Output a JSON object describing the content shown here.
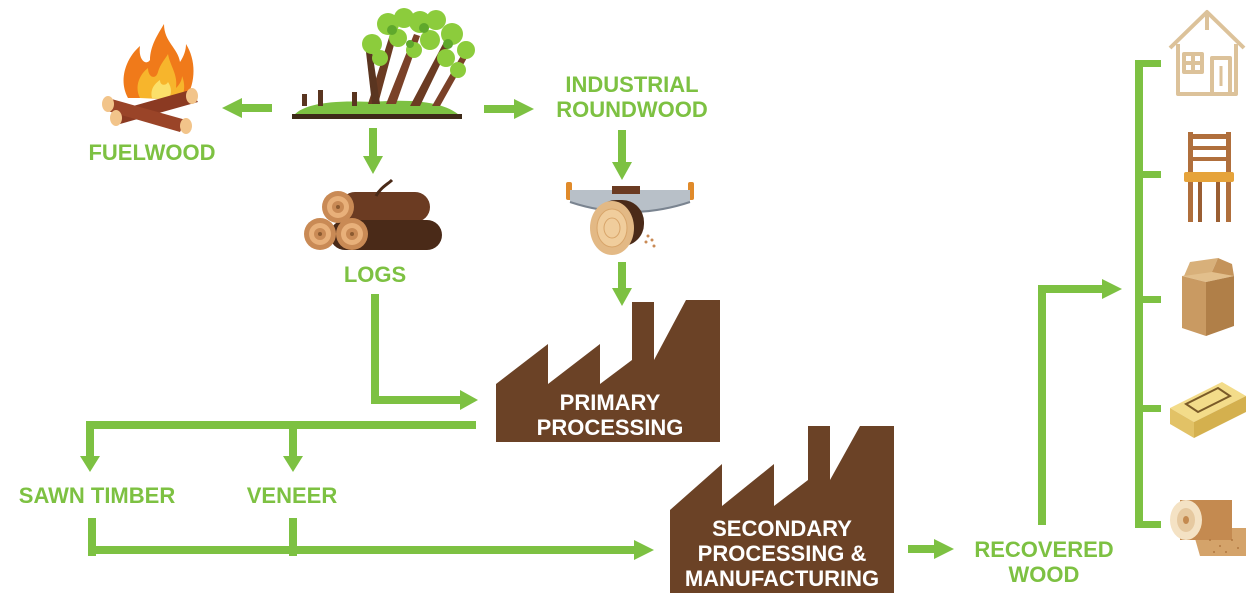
{
  "colors": {
    "flow_green": "#7dc142",
    "factory_brown": "#6b4226",
    "wood_light": "#d2b48c",
    "bark_dark": "#4a2a18",
    "tree_green": "#8ccc3c",
    "fire_orange": "#f08a24"
  },
  "nodes": {
    "fuelwood": "FUELWOOD",
    "industrial_roundwood": [
      "INDUSTRIAL",
      "ROUNDWOOD"
    ],
    "logs": "LOGS",
    "primary_processing": [
      "PRIMARY",
      "PROCESSING"
    ],
    "sawn_timber": "SAWN TIMBER",
    "veneer": "VENEER",
    "secondary_processing": [
      "SECONDARY",
      "PROCESSING &",
      "MANUFACTURING"
    ],
    "recovered_wood": [
      "RECOVERED",
      "WOOD"
    ]
  },
  "icons": {
    "forest": "forest-icon",
    "fire": "campfire-icon",
    "logs": "log-pile-icon",
    "saw": "saw-log-icon",
    "house": "house-icon",
    "chair": "chair-icon",
    "carton": "carton-icon",
    "board": "board-icon",
    "roll": "paper-roll-icon"
  }
}
